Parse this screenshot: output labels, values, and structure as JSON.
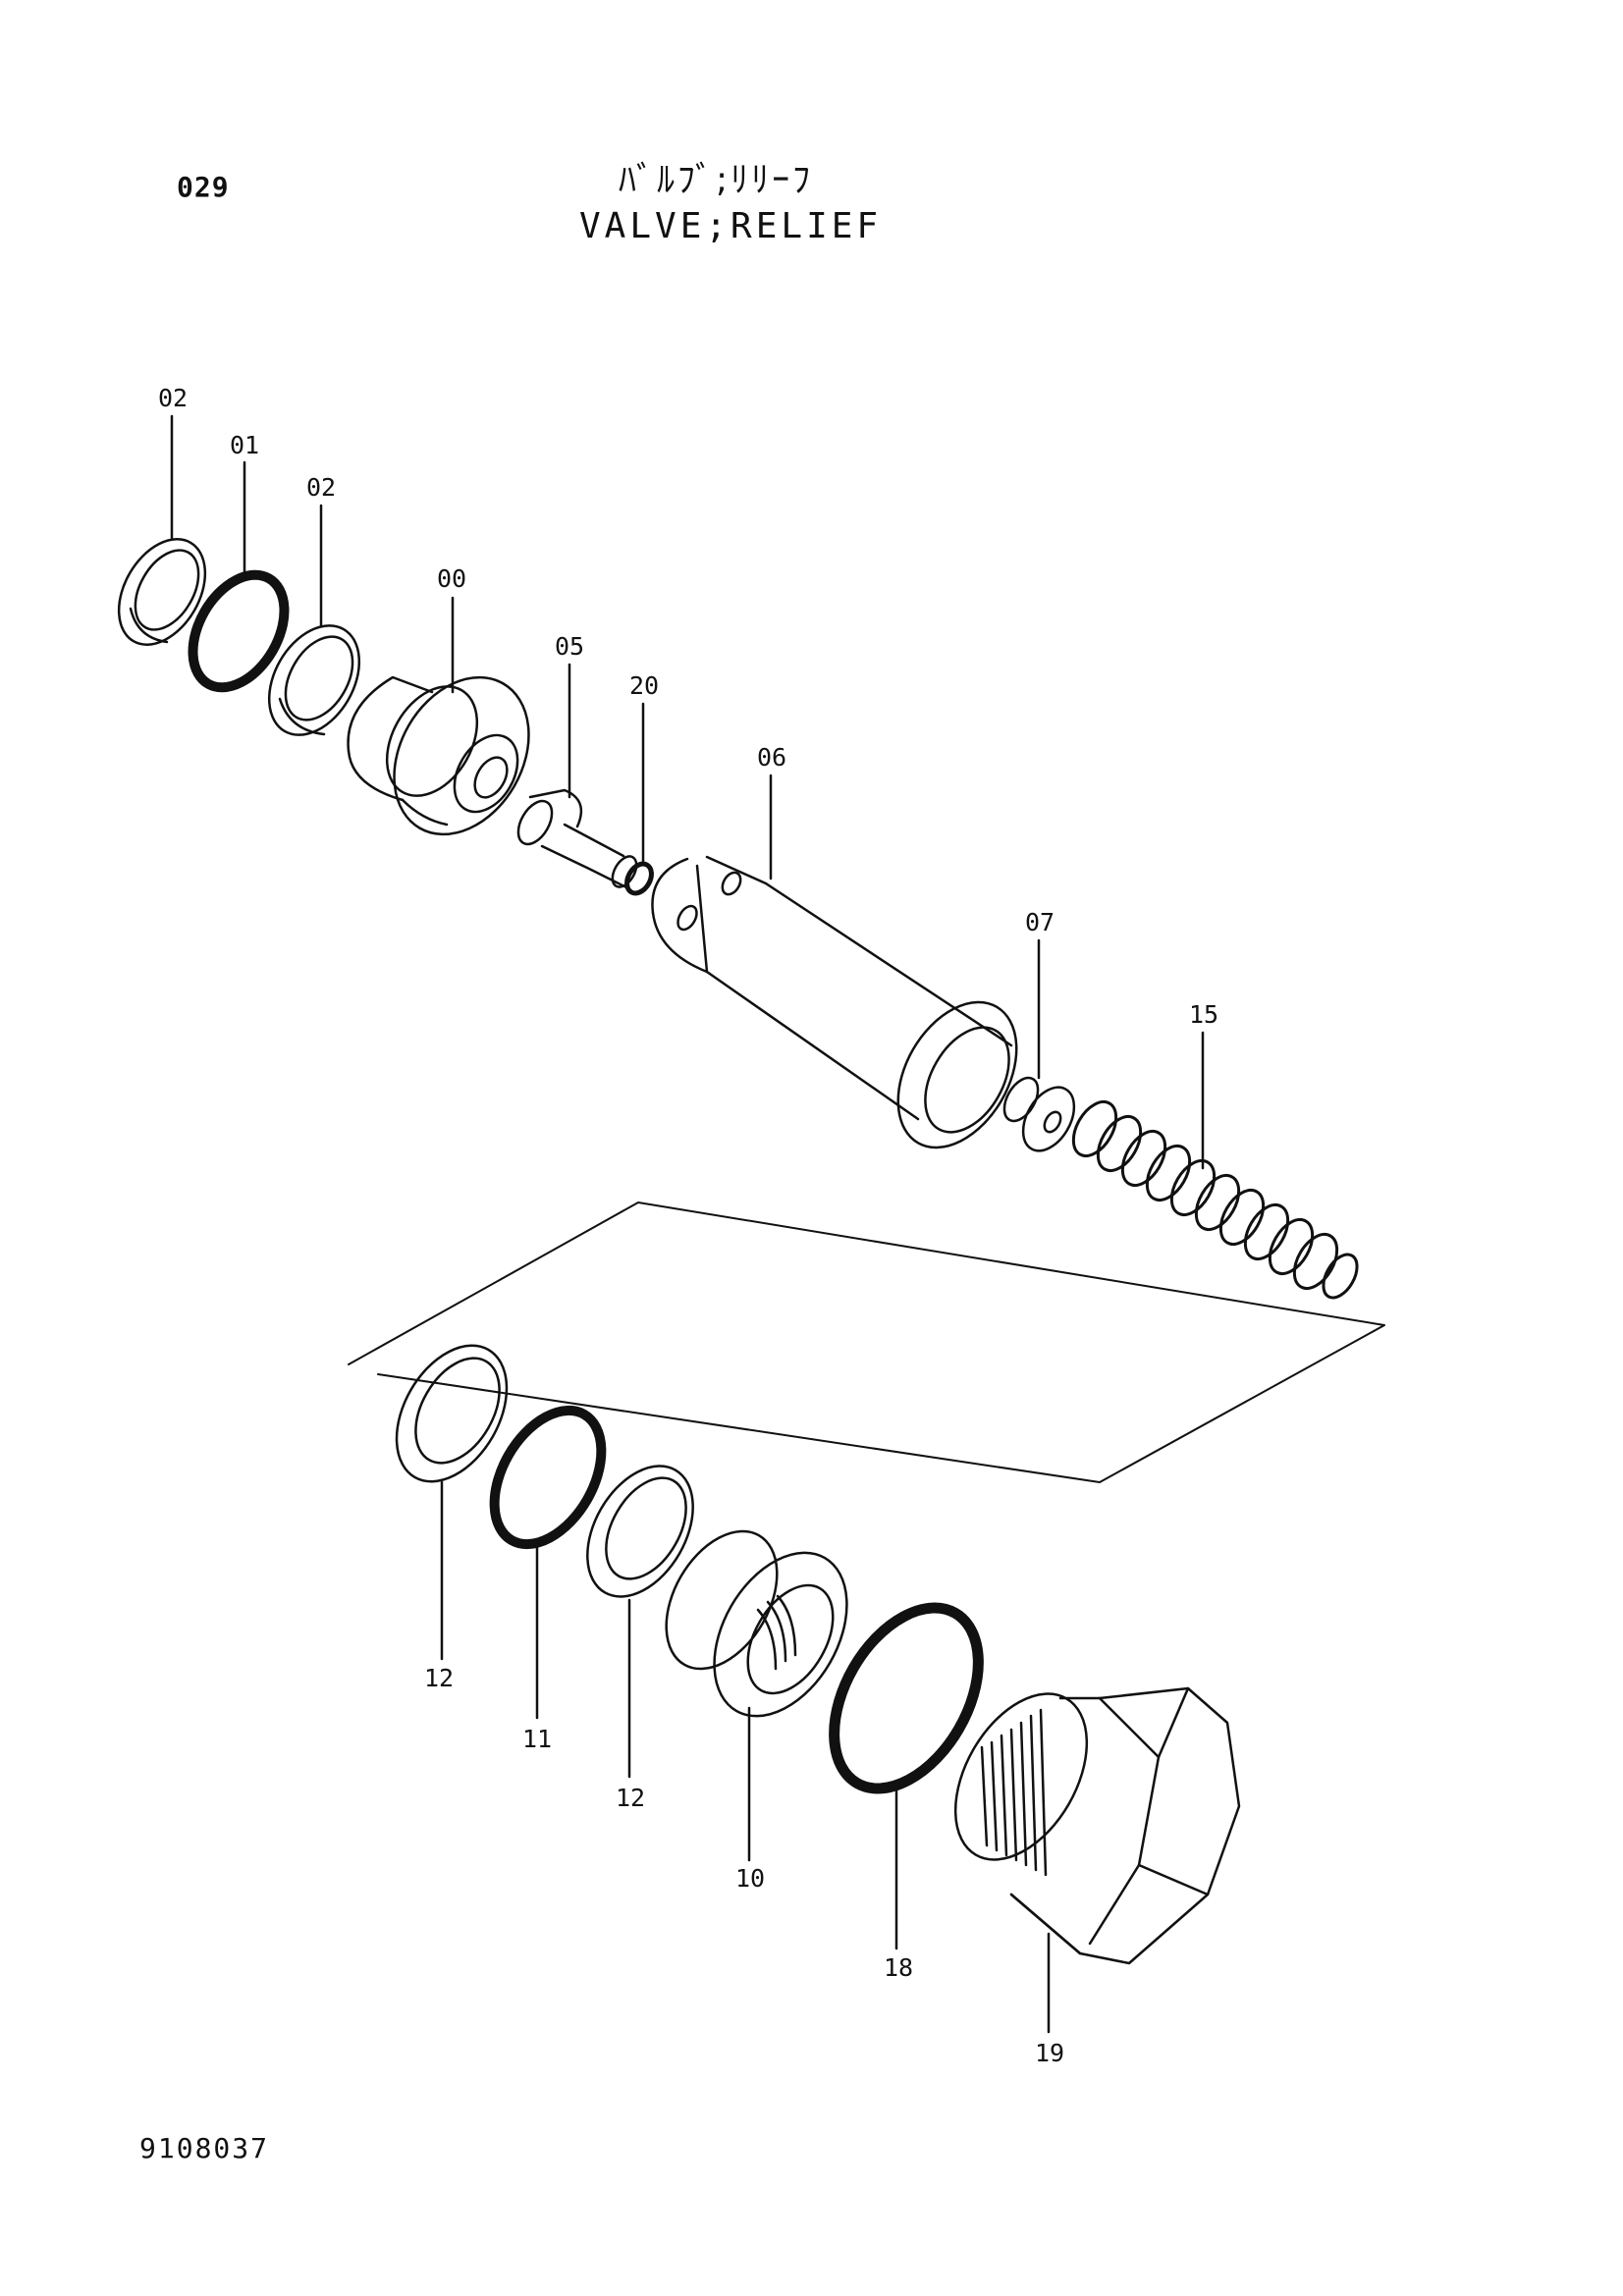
{
  "header": {
    "page_number": "029",
    "title_jp": "ﾊﾞﾙﾌﾞ;ﾘﾘｰﾌ",
    "title_en": "VALVE;RELIEF"
  },
  "footer": {
    "doc_code": "9108037"
  },
  "callouts": {
    "c02a": "02",
    "c01": "01",
    "c02b": "02",
    "c00": "00",
    "c05": "05",
    "c20": "20",
    "c06": "06",
    "c07": "07",
    "c15": "15",
    "c12a": "12",
    "c11": "11",
    "c12b": "12",
    "c10": "10",
    "c18": "18",
    "c19": "19"
  }
}
